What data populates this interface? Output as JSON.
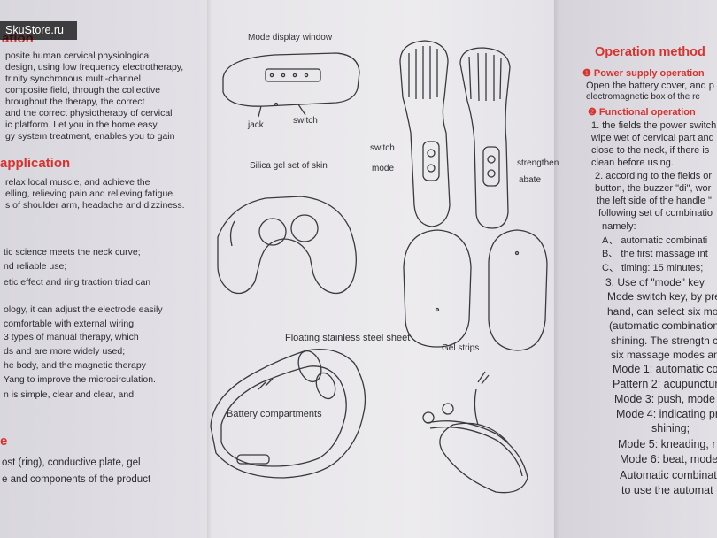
{
  "watermark": "SkuStore.ru",
  "left_panel": {
    "heading1_partial": "ation",
    "intro_lines": [
      "posite human cervical physiological",
      "design, using low frequency electrotherapy,",
      "trinity synchronous multi-channel",
      "composite field, through the collective",
      "hroughout the therapy, the correct",
      "and the correct physiotherapy of cervical",
      "ic platform. Let you in the home easy,",
      "gy system treatment, enables you to gain"
    ],
    "heading2_partial": "application",
    "application_lines": [
      "relax local muscle, and achieve the",
      "elling, relieving pain and relieving fatigue.",
      "s of shoulder arm, headache and dizziness."
    ],
    "feature_lines": [
      "tic science meets the neck curve;",
      "nd reliable use;",
      "etic effect and ring traction triad can",
      "ology, it can adjust the electrode easily",
      "comfortable with external wiring.",
      "3 types of manual therapy, which",
      "ds and are more widely used;",
      "he body, and the magnetic therapy",
      "Yang to improve the microcirculation.",
      "n is simple, clear and clear, and"
    ],
    "heading3_partial": "e",
    "structure_lines": [
      "ost (ring), conductive plate, gel",
      "e and components of the product"
    ]
  },
  "middle_panel": {
    "labels": {
      "mode_display": "Mode display window",
      "jack": "jack",
      "switch_top": "switch",
      "silica_gel": "Silica gel set of skin",
      "switch_side": "switch",
      "mode": "mode",
      "strengthen": "strengthen",
      "abate": "abate",
      "floating_sheet": "Floating stainless steel sheet",
      "gel_strips": "Gel strips",
      "battery": "Battery compartments"
    }
  },
  "right_panel": {
    "heading": "Operation method",
    "step1_title": "❶ Power supply operation",
    "step1_lines": [
      "Open the battery cover, and p",
      "electromagnetic box of the re"
    ],
    "step2_title": "❷ Functional operation",
    "step2_lines": [
      "1. the fields the power switch",
      "wipe wet of cervical part and",
      "close to the neck, if there is",
      "clean before using.",
      "2. according to the fields or",
      "button, the buzzer \"di\", wor",
      "the left side of the handle \"",
      "following set of combinatio",
      "namely:"
    ],
    "options": [
      "A、 automatic combinati",
      "B、 the first massage int",
      "C、 timing: 15 minutes;"
    ],
    "mode_key_lines": [
      "3. Use of \"mode\" key",
      "Mode switch key, by pre",
      "hand, can select six mo",
      "(automatic combination",
      "shining. The strength c",
      "six massage modes an"
    ],
    "modes": [
      "Mode 1: automatic co",
      "Pattern 2: acupunctur",
      "Mode 3: push, mode",
      "Mode 4: indicating pr",
      "shining;",
      "Mode 5: kneading, r",
      "Mode 6: beat, mode",
      "Automatic combinat",
      "to use the automat"
    ]
  }
}
